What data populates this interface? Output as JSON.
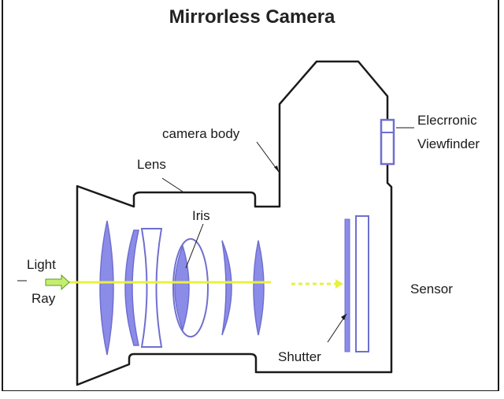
{
  "title": "Mirrorless Camera",
  "labels": {
    "camera_body": "camera body",
    "lens": "Lens",
    "iris": "Iris",
    "light": "Light",
    "ray": "Ray",
    "evf_line1": "Elecrronic",
    "evf_line2": "Viewfinder",
    "sensor": "Sensor",
    "shutter": "Shutter"
  },
  "colors": {
    "outline": "#1a1a1a",
    "lens_fill": "#8b8be8",
    "lens_stroke": "#6f6fd0",
    "light_ray": "#e8f040",
    "arrow_fill": "#c6ee6e"
  }
}
